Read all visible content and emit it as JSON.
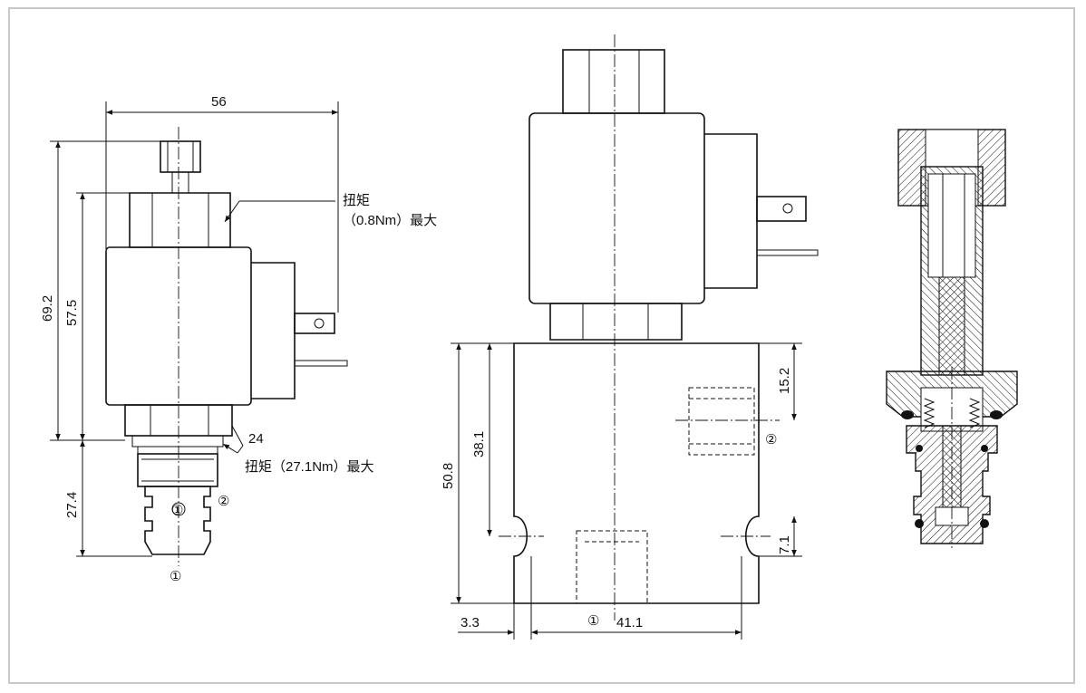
{
  "dimensions": {
    "width_overall": "56",
    "height_total": "69.2",
    "height_body": "57.5",
    "height_cartridge": "27.4",
    "hex_size": "24",
    "block_height": "50.8",
    "port_depth": "38.1",
    "port2_offset": "15.2",
    "mount_offset": "7.1",
    "edge_offset": "3.3",
    "block_width": "41.1"
  },
  "annotations": {
    "torque_nut": "扭矩",
    "torque_nut_value": "（0.8Nm）最大",
    "torque_body": "扭矩（27.1Nm）最大"
  },
  "port_marks": {
    "port1": "①",
    "port2": "②"
  }
}
